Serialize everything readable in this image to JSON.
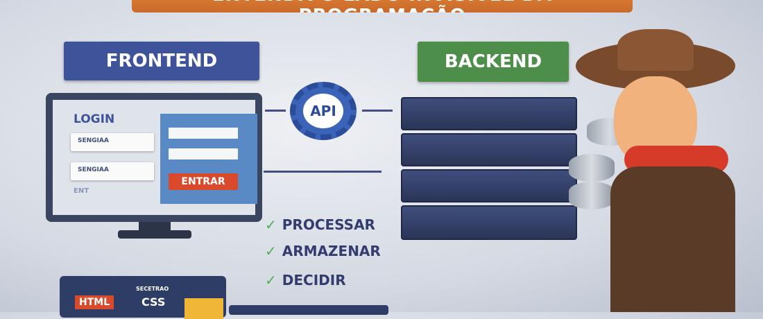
{
  "banner": {
    "title": "ENTENDA O LADO INVISÍVEL DA PROGRAMAÇÃO"
  },
  "frontend": {
    "label": "FRONTEND"
  },
  "backend": {
    "label": "BACKEND"
  },
  "api": {
    "label": "API"
  },
  "login_screen": {
    "heading": "LOGIN",
    "field1": "SENGIAA",
    "field2": "SENGIAA",
    "submit": "ENTRAR",
    "footer": "ENT"
  },
  "steps": [
    {
      "label": "PROCESSAR"
    },
    {
      "label": "ARMAZENAR"
    },
    {
      "label": "DECIDIR"
    }
  ],
  "bottom_panel": {
    "html": "HTML",
    "css_caption": "SECETRAO",
    "css": "CSS"
  },
  "colors": {
    "frontend": "#3e539a",
    "backend": "#4d8f4a",
    "banner": "#d9792f",
    "check": "#4caf50",
    "button": "#d9492c"
  }
}
